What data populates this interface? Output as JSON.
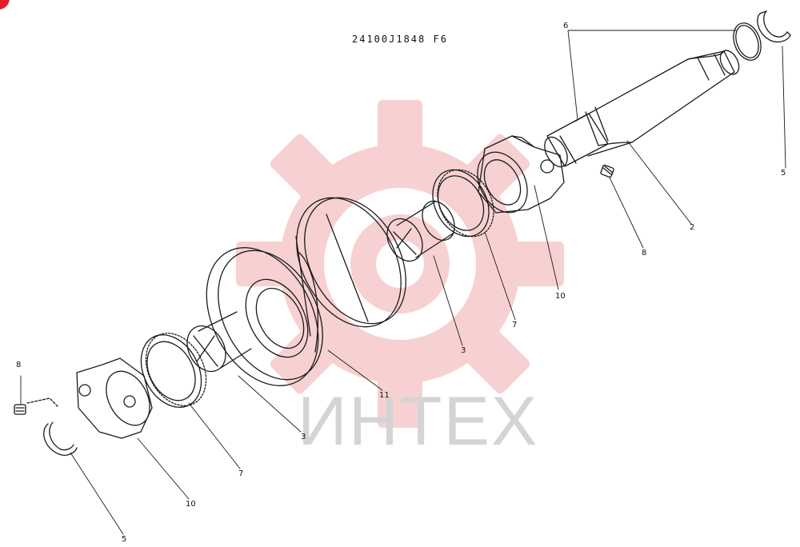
{
  "drawing_code": "24100J1848 F6",
  "watermark": "ИНТЕХ",
  "callouts": [
    {
      "id": "c6",
      "text": "6"
    },
    {
      "id": "c5r",
      "text": "5"
    },
    {
      "id": "c2",
      "text": "2"
    },
    {
      "id": "c8r",
      "text": "8"
    },
    {
      "id": "c10r",
      "text": "10"
    },
    {
      "id": "c7r",
      "text": "7"
    },
    {
      "id": "c3r",
      "text": "3"
    },
    {
      "id": "c11",
      "text": "11"
    },
    {
      "id": "c3l",
      "text": "3"
    },
    {
      "id": "c7l",
      "text": "7"
    },
    {
      "id": "c10l",
      "text": "10"
    },
    {
      "id": "c8l",
      "text": "8"
    },
    {
      "id": "c5l",
      "text": "5"
    }
  ],
  "colors": {
    "ink": "#1a1a1a",
    "watermark_gear": "#f6c9c9",
    "watermark_text": "#d4d4d4",
    "badge": "#e0202a"
  }
}
